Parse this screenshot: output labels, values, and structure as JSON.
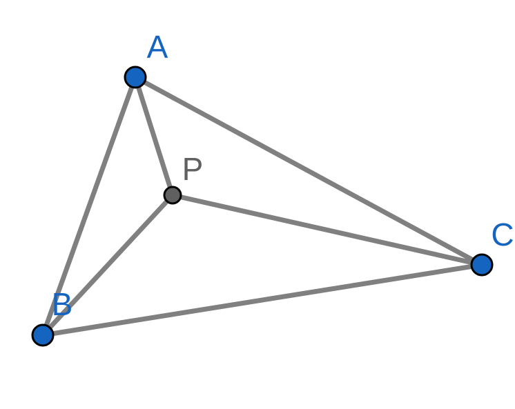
{
  "diagram": {
    "points": [
      {
        "id": "A",
        "label": "A",
        "kind": "vertex"
      },
      {
        "id": "B",
        "label": "B",
        "kind": "vertex"
      },
      {
        "id": "C",
        "label": "C",
        "kind": "vertex"
      },
      {
        "id": "P",
        "label": "P",
        "kind": "interior"
      }
    ],
    "segments": [
      [
        "A",
        "B"
      ],
      [
        "A",
        "C"
      ],
      [
        "B",
        "C"
      ],
      [
        "P",
        "A"
      ],
      [
        "P",
        "B"
      ],
      [
        "P",
        "C"
      ]
    ],
    "colors": {
      "segment": "#808080",
      "vertex_fill": "#1565c0",
      "vertex_stroke": "#000000",
      "interior_fill": "#606060",
      "vertex_label": "#1565c0",
      "interior_label": "#606060"
    }
  }
}
